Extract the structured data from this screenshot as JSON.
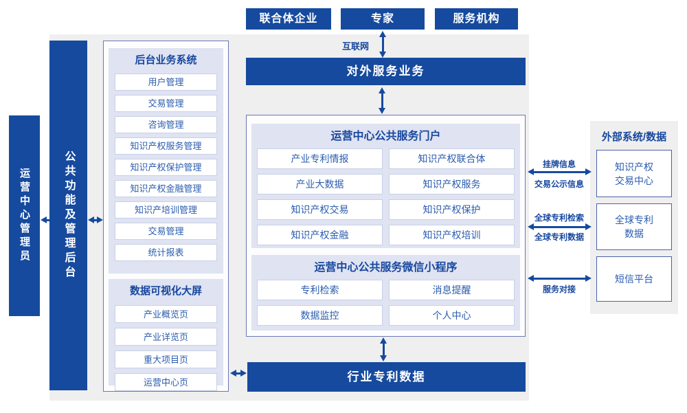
{
  "colors": {
    "primary_blue": "#164a9e",
    "panel_gray": "#efefef",
    "sub_panel_lavender": "#dfe3f2",
    "item_text_blue": "#2b5cae",
    "container_border": "#6a77b5"
  },
  "top_actors": [
    {
      "label": "联合体企业"
    },
    {
      "label": "专家"
    },
    {
      "label": "服务机构"
    }
  ],
  "internet_label": "互联网",
  "external_service_bar": "对外服务业务",
  "admin_role": {
    "label": "运营中心管理员"
  },
  "backend_bar": {
    "label": "公共功能及管理后台"
  },
  "left_panel": {
    "backend_system": {
      "title": "后台业务系统",
      "items": [
        "用户管理",
        "交易管理",
        "咨询管理",
        "知识产权服务管理",
        "知识产权保护管理",
        "知识产权金融管理",
        "知识产培训管理",
        "交易管理",
        "统计报表"
      ]
    },
    "visualization": {
      "title": "数据可视化大屏",
      "items": [
        "产业概览页",
        "产业详览页",
        "重大项目页",
        "运营中心页"
      ]
    }
  },
  "center_panel": {
    "portal": {
      "title": "运营中心公共服务门户",
      "items": [
        "产业专利情报",
        "知识产权联合体",
        "产业大数据",
        "知识产权服务",
        "知识产权交易",
        "知识产权保护",
        "知识产权金融",
        "知识产权培训"
      ]
    },
    "miniapp": {
      "title": "运营中心公共服务微信小程序",
      "items": [
        "专利检索",
        "消息提醒",
        "数据监控",
        "个人中心"
      ]
    }
  },
  "industry_data_bar": "行业专利数据",
  "external_panel": {
    "title": "外部系统/数据",
    "boxes": [
      {
        "lines": [
          "知识产权",
          "交易中心"
        ]
      },
      {
        "lines": [
          "全球专利",
          "数据"
        ]
      },
      {
        "lines": [
          "短信平台"
        ]
      }
    ]
  },
  "connections": [
    {
      "label_top": "挂牌信息",
      "label_bottom": "交易公示信息"
    },
    {
      "label_top": "全球专利检索",
      "label_bottom": "全球专利数据"
    },
    {
      "label_top": "",
      "label_bottom": "服务对接"
    }
  ]
}
